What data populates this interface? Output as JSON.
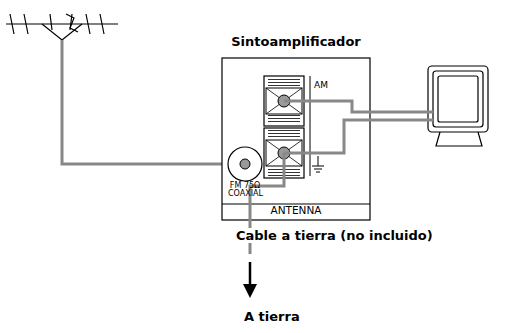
{
  "diagram": {
    "nodes": [
      {
        "text": [
          "Sintoamplificador",
          "ANTENNA"
        ]
      }
    ],
    "labels": [
      "FM 75Ω COAXIAL",
      "AM",
      "Cable a tierra (no incluido)",
      "A tierra"
    ]
  }
}
